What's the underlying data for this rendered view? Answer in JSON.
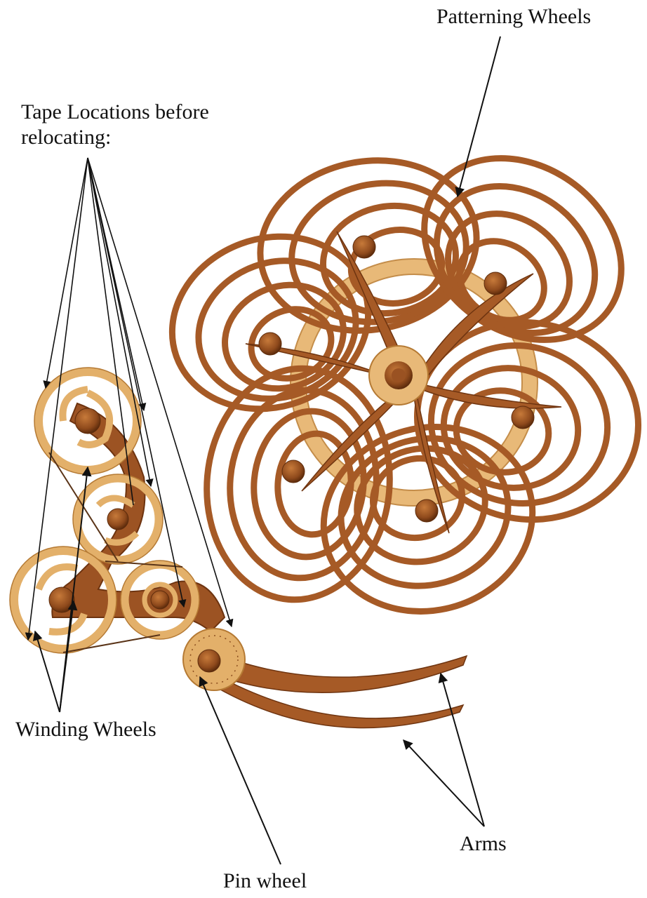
{
  "labels": {
    "patterning_wheels": "Patterning Wheels",
    "tape_locations_line1": "Tape Locations before",
    "tape_locations_line2": "relocating:",
    "winding_wheels": "Winding Wheels",
    "arms": "Arms",
    "pin_wheel": "Pin wheel"
  },
  "colors": {
    "dark_wood": "#a65a26",
    "dark_wood_edge": "#6e3410",
    "light_wood": "#e3b06a",
    "light_wood_edge": "#b57a34",
    "arrow": "#111111"
  }
}
